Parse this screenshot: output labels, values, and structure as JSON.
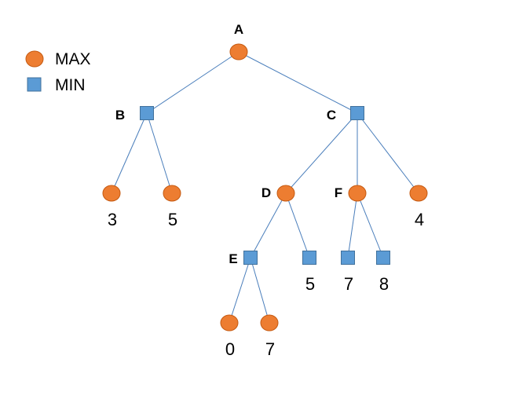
{
  "legend": {
    "max_label": "MAX",
    "min_label": "MIN",
    "max_color": "#ed7d31",
    "min_color": "#5b9bd5"
  },
  "tree": {
    "nodes": [
      {
        "id": "n_root",
        "kind": "max",
        "label": "A",
        "value": ""
      },
      {
        "id": "n_b",
        "kind": "min",
        "label": "B",
        "value": ""
      },
      {
        "id": "n_c",
        "kind": "min",
        "label": "C",
        "value": ""
      },
      {
        "id": "n_b1",
        "kind": "max",
        "label": "",
        "value": "3"
      },
      {
        "id": "n_b2",
        "kind": "max",
        "label": "",
        "value": "5"
      },
      {
        "id": "n_d",
        "kind": "max",
        "label": "D",
        "value": ""
      },
      {
        "id": "n_f",
        "kind": "max",
        "label": "F",
        "value": ""
      },
      {
        "id": "n_c3",
        "kind": "max",
        "label": "",
        "value": "4"
      },
      {
        "id": "n_e",
        "kind": "min",
        "label": "E",
        "value": ""
      },
      {
        "id": "n_d2",
        "kind": "min",
        "label": "",
        "value": "5"
      },
      {
        "id": "n_f1",
        "kind": "min",
        "label": "",
        "value": "7"
      },
      {
        "id": "n_f2",
        "kind": "min",
        "label": "",
        "value": "8"
      },
      {
        "id": "n_e1",
        "kind": "max",
        "label": "",
        "value": "0"
      },
      {
        "id": "n_e2",
        "kind": "max",
        "label": "",
        "value": "7"
      }
    ],
    "edges": [
      [
        "n_root",
        "n_b"
      ],
      [
        "n_root",
        "n_c"
      ],
      [
        "n_b",
        "n_b1"
      ],
      [
        "n_b",
        "n_b2"
      ],
      [
        "n_c",
        "n_d"
      ],
      [
        "n_c",
        "n_f"
      ],
      [
        "n_c",
        "n_c3"
      ],
      [
        "n_d",
        "n_e"
      ],
      [
        "n_d",
        "n_d2"
      ],
      [
        "n_f",
        "n_f1"
      ],
      [
        "n_f",
        "n_f2"
      ],
      [
        "n_e",
        "n_e1"
      ],
      [
        "n_e",
        "n_e2"
      ]
    ]
  }
}
